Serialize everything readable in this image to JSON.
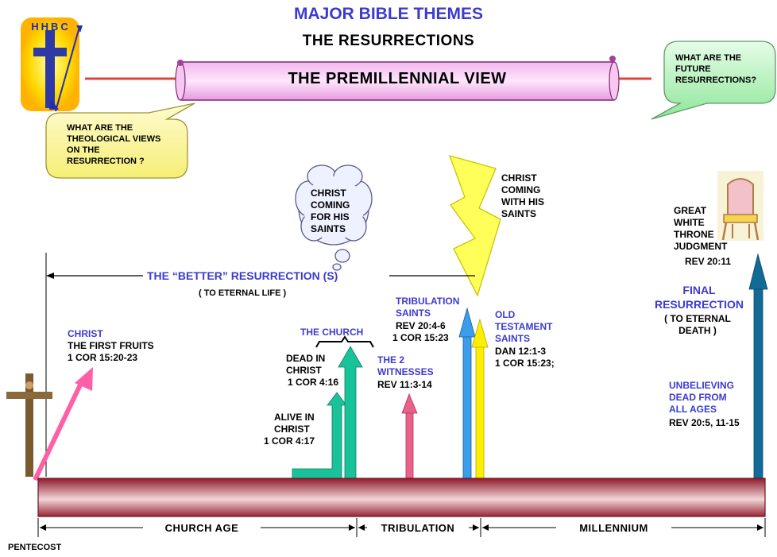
{
  "header": {
    "theme": "MAJOR BIBLE THEMES",
    "topic": "THE RESURRECTIONS",
    "view": "THE PREMILLENNIAL VIEW"
  },
  "logo": {
    "text": "HHBC"
  },
  "bubbles": {
    "left": "WHAT ARE THE THEOLOGICAL VIEWS ON THE RESURRECTION ?",
    "right": "WHAT ARE THE FUTURE RESURRECTIONS?",
    "cloud": "CHRIST COMING FOR HIS SAINTS"
  },
  "lightning_label": "CHRIST COMING WITH HIS SAINTS",
  "better": {
    "title": "THE “BETTER” RESURRECTION (S)",
    "sub": "( TO ETERNAL LIFE )"
  },
  "christ": {
    "title": "CHRIST",
    "line1": "THE FIRST FRUITS",
    "line2": "1 COR 15:20-23"
  },
  "church": {
    "title": "THE CHURCH",
    "dead": "DEAD IN CHRIST",
    "dead_ref": "1 COR 4:16",
    "alive": "ALIVE IN CHRIST",
    "alive_ref": "1 COR 4:17"
  },
  "witnesses": {
    "title": "THE 2 WITNESSES",
    "ref": "REV 11:3-14"
  },
  "trib_saints": {
    "title": "TRIBULATION SAINTS",
    "ref1": "REV 20:4-6",
    "ref2": "1 COR 15:23"
  },
  "ot_saints": {
    "title": "OLD TESTAMENT SAINTS",
    "ref1": "DAN 12:1-3",
    "ref2": "1 COR 15:23;"
  },
  "throne": {
    "title": "GREAT WHITE THRONE JUDGMENT",
    "ref": "REV 20:11"
  },
  "final": {
    "title": "FINAL RESURRECTION",
    "sub": "( TO ETERNAL DEATH )"
  },
  "unbelieving": {
    "title": "UNBELIEVING DEAD FROM ALL AGES",
    "ref": "REV 20:5, 11-15"
  },
  "timeline": {
    "church_age": "CHURCH AGE",
    "tribulation": "TRIBULATION",
    "millennium": "MILLENNIUM",
    "start": "PENTECOST"
  },
  "colors": {
    "christ_arrow": "#ff5fa6",
    "church_arrows": "#19c39a",
    "witness_arrow": "#e8628a",
    "trib_arrow": "#3b9ee8",
    "ot_arrow": "#ffee00",
    "final_arrow": "#126a96",
    "accent_blue": "#3b3bd0",
    "timeline_bar": "#b03848"
  }
}
